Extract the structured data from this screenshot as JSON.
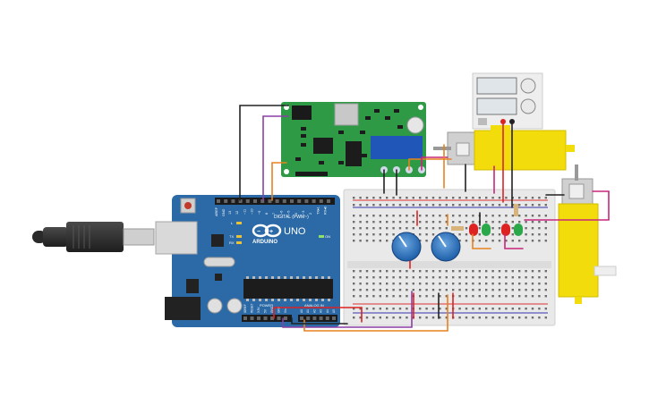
{
  "arduino": {
    "brand": "ARDUINO",
    "model": "UNO",
    "digital_label": "DIGITAL (PWM~)",
    "aref": "AREF",
    "gnd": "GND",
    "pin_labels": [
      "13",
      "12",
      "~11",
      "~10",
      "~9",
      "8",
      "7",
      "~6",
      "~5",
      "4",
      "~3",
      "2",
      "TX▸1",
      "RX◂0"
    ],
    "led_l": "L",
    "led_tx": "TX",
    "led_rx": "RX",
    "on_label": "ON",
    "power_label": "POWER",
    "analog_label": "ANALOG IN",
    "power_pins": [
      "IOREF",
      "RESET",
      "3.3V",
      "5V",
      "GND",
      "GND",
      "Vin"
    ],
    "analog_pins": [
      "A0",
      "A1",
      "A2",
      "A3",
      "A4",
      "A5"
    ]
  },
  "colors": {
    "board": "#2b6aa6",
    "driver_board": "#2e9a45",
    "breadboard": "#e9e9e9",
    "motor_yellow": "#f3dc0c",
    "wire_orange": "#e8821e",
    "wire_purple": "#8b3fa6",
    "wire_red": "#d61f1f",
    "wire_black": "#222222",
    "wire_magenta": "#c8277c"
  }
}
